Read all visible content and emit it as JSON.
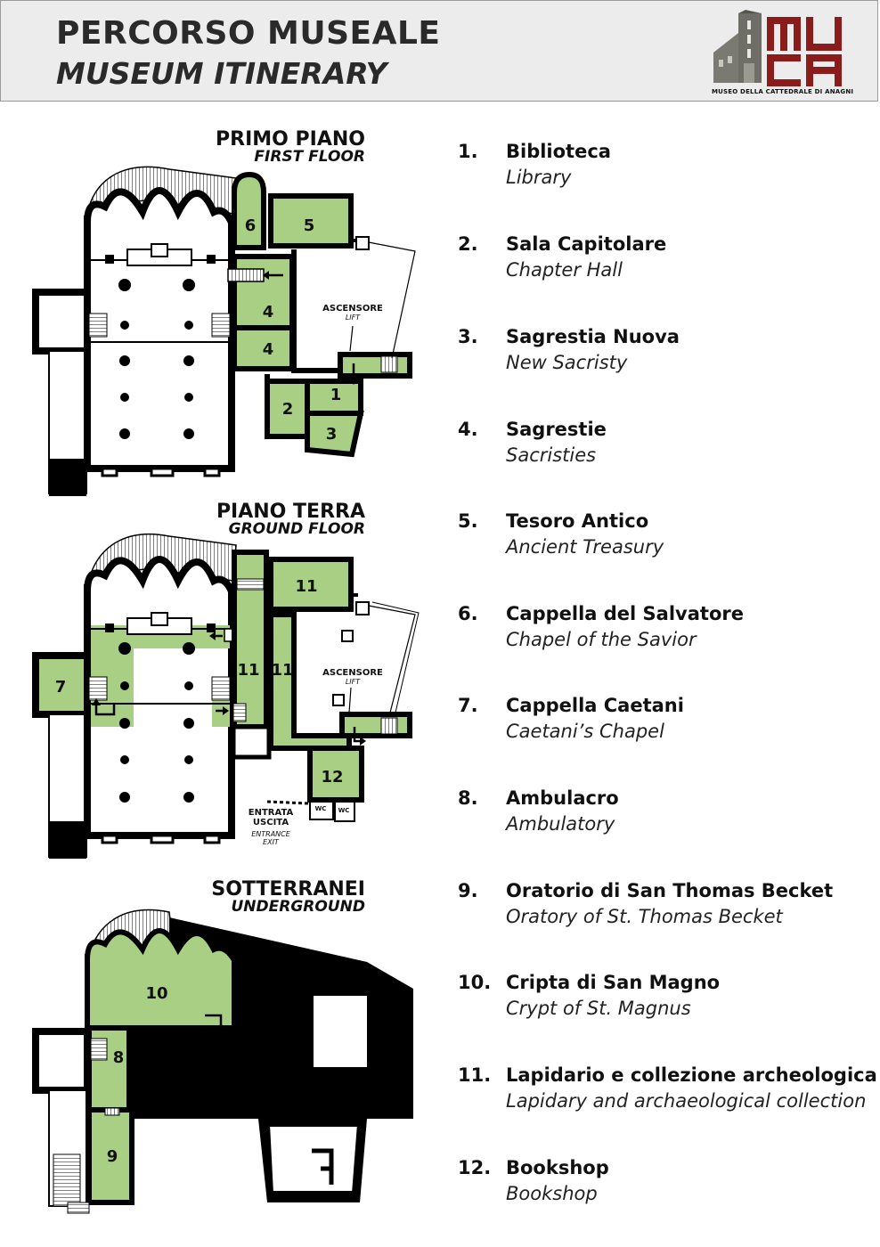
{
  "header": {
    "title": "PERCORSO MUSEALE",
    "subtitle": "MUSEUM ITINERARY",
    "logo_text": "MUCA",
    "logo_caption": "MUSEO DELLA CATTEDRALE DI ANAGNI"
  },
  "colors": {
    "room_fill": "#a8cf84",
    "wall": "#000000",
    "logo_red": "#8a1c1c",
    "logo_grey": "#7a7a72",
    "header_bg": "#ececec"
  },
  "floors": [
    {
      "name_it": "PRIMO PIANO",
      "name_en": "FIRST FLOOR",
      "lift_it": "ASCENSORE",
      "lift_en": "LIFT",
      "room_numbers": [
        "6",
        "5",
        "4",
        "4",
        "1",
        "2",
        "3"
      ]
    },
    {
      "name_it": "PIANO TERRA",
      "name_en": "GROUND FLOOR",
      "lift_it": "ASCENSORE",
      "lift_en": "LIFT",
      "room_numbers": [
        "11",
        "7",
        "11",
        "11",
        "12"
      ],
      "entrance_it_1": "ENTRATA",
      "entrance_it_2": "USCITA",
      "entrance_en_1": "ENTRANCE",
      "entrance_en_2": "EXIT",
      "wc": "WC"
    },
    {
      "name_it": "SOTTERRANEI",
      "name_en": "UNDERGROUND",
      "room_numbers": [
        "10",
        "8",
        "9"
      ]
    }
  ],
  "legend": [
    {
      "num": "1.",
      "it": "Biblioteca",
      "en": "Library"
    },
    {
      "num": "2.",
      "it": "Sala Capitolare",
      "en": "Chapter Hall"
    },
    {
      "num": "3.",
      "it": "Sagrestia Nuova",
      "en": "New Sacristy"
    },
    {
      "num": "4.",
      "it": "Sagrestie",
      "en": "Sacristies"
    },
    {
      "num": "5.",
      "it": "Tesoro Antico",
      "en": "Ancient Treasury"
    },
    {
      "num": "6.",
      "it": "Cappella del Salvatore",
      "en": "Chapel of the Savior"
    },
    {
      "num": "7.",
      "it": "Cappella Caetani",
      "en": "Caetani’s Chapel"
    },
    {
      "num": "8.",
      "it": "Ambulacro",
      "en": "Ambulatory"
    },
    {
      "num": "9.",
      "it": "Oratorio di San Thomas Becket",
      "en": "Oratory of St. Thomas Becket"
    },
    {
      "num": "10.",
      "it": "Cripta di San Magno",
      "en": "Crypt of St. Magnus"
    },
    {
      "num": "11.",
      "it": "Lapidario e collezione archeologica",
      "en": "Lapidary and archaeological collection"
    },
    {
      "num": "12.",
      "it": "Bookshop",
      "en": "Bookshop"
    }
  ]
}
